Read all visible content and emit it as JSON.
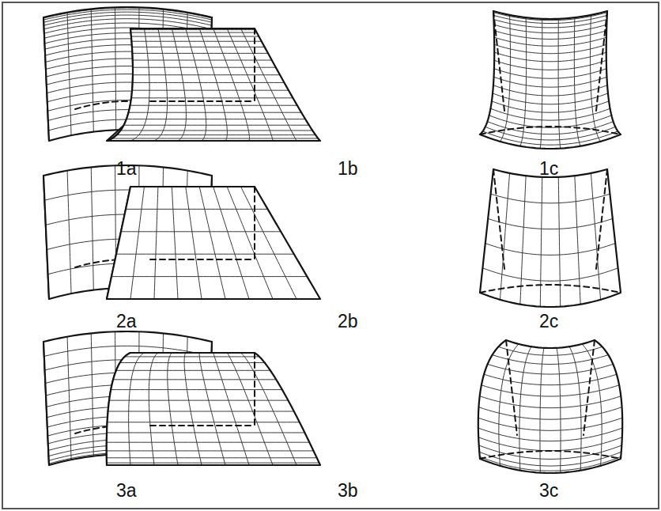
{
  "diagram": {
    "labels": [
      "1a",
      "1b",
      "1c",
      "2a",
      "2b",
      "2c",
      "3a",
      "3b",
      "3c"
    ]
  }
}
